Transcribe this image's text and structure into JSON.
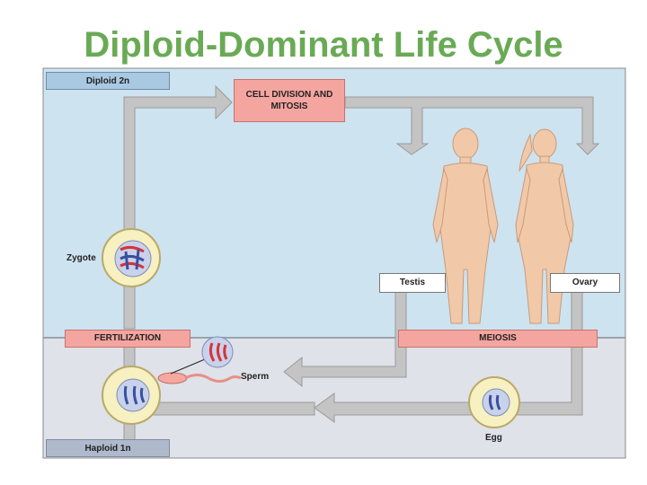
{
  "title": "Diploid-Dominant Life Cycle",
  "zones": {
    "diploid_label": "Diploid 2n",
    "haploid_label": "Haploid 1n"
  },
  "stages": {
    "mitosis": "CELL DIVISION AND MITOSIS",
    "fertilization": "FERTILIZATION",
    "meiosis": "MEIOSIS"
  },
  "labels": {
    "zygote": "Zygote",
    "testis": "Testis",
    "ovary": "Ovary",
    "sperm": "Sperm",
    "egg": "Egg"
  },
  "colors": {
    "diploid_zone": "#cde3f0",
    "haploid_zone": "#dfe2e8",
    "stage_box": "#f5a5a0",
    "arrow": "#b7b7b7",
    "chromosome_red": "#d8323a",
    "chromosome_blue": "#3b4fa0",
    "body": "#f2c9a8",
    "title": "#6aaa55"
  }
}
